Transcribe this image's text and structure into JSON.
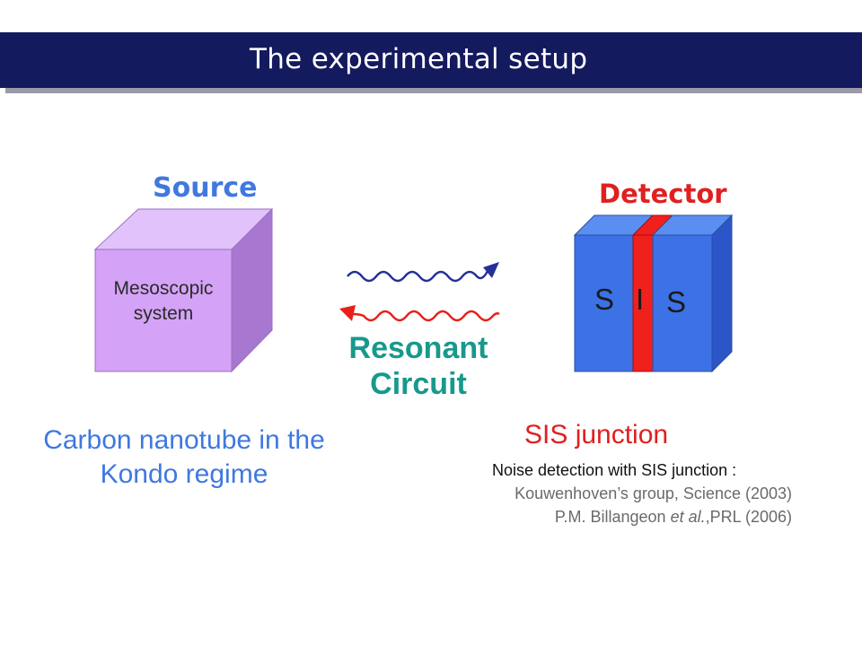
{
  "slide": {
    "title": "The experimental setup"
  },
  "source": {
    "label": "Source",
    "box_text_line1": "Mesoscopic",
    "box_text_line2": "system",
    "description": "Carbon nanotube in the Kondo regime"
  },
  "detector": {
    "label": "Detector",
    "layer_left": "S",
    "layer_middle": "I",
    "layer_right": "S",
    "description": "SIS junction"
  },
  "coupling": {
    "label": "Resonant Circuit"
  },
  "references": {
    "heading": "Noise detection with SIS junction :",
    "ref1": "Kouwenhoven’s group, Science (2003)",
    "ref2_authors": "P.M. Billangeon ",
    "ref2_etal": "et al.",
    "ref2_journal": ",PRL (2006)"
  },
  "colors": {
    "title_bar": "#141a5e",
    "cube_front": "#d4a2f6",
    "cube_top": "#e2c2fa",
    "cube_side": "#a878d0",
    "superconductor": "#3c72e6",
    "insulator": "#f0201c",
    "wave_forward": "#25309a",
    "wave_back": "#e8201c"
  }
}
